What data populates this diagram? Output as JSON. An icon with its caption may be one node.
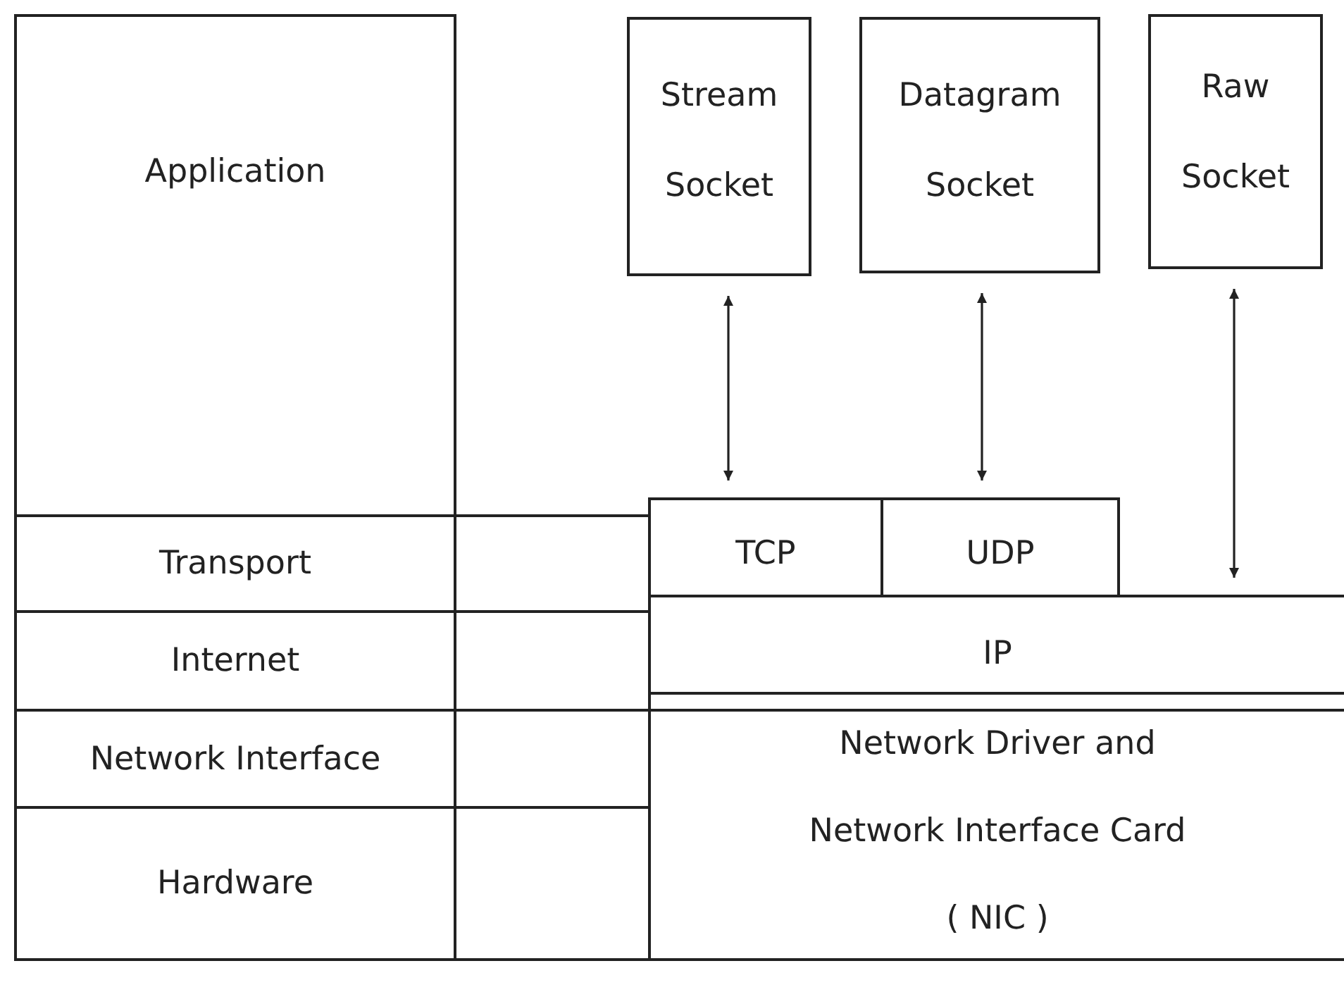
{
  "diagram": {
    "nodes": [
      {
        "text": [
          "Application"
        ]
      },
      {
        "text": [
          "Transport"
        ]
      },
      {
        "text": [
          "Internet"
        ]
      },
      {
        "text": [
          "Network Interface"
        ]
      },
      {
        "text": [
          "Hardware"
        ]
      },
      {
        "text": [
          "Stream Socket"
        ]
      },
      {
        "text": [
          "Datagram Socket"
        ]
      },
      {
        "text": [
          "Raw Socket"
        ]
      },
      {
        "text": [
          "TCP"
        ]
      },
      {
        "text": [
          "UDP"
        ]
      },
      {
        "text": [
          "IP"
        ]
      },
      {
        "text": [
          "Network Driver and Network Interface Card ( NIC )"
        ]
      }
    ],
    "edges": [
      {
        "from": 5,
        "to": 8,
        "arrow": "both"
      },
      {
        "from": 6,
        "to": 9,
        "arrow": "both"
      },
      {
        "from": 7,
        "to": 10,
        "arrow": "both"
      }
    ]
  }
}
